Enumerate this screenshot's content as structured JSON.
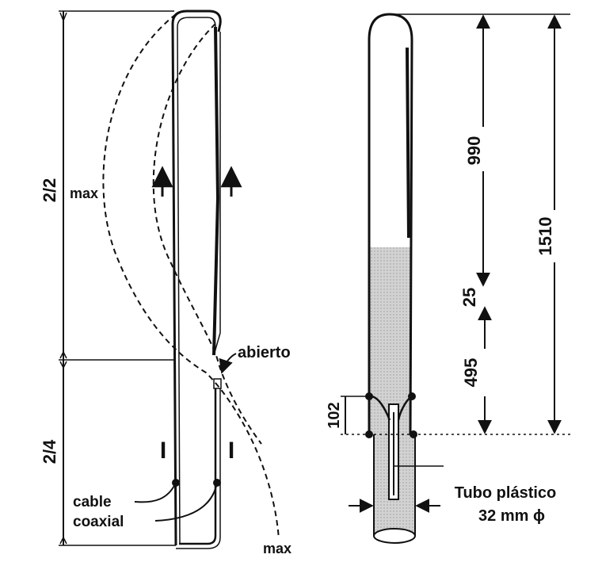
{
  "left_figure": {
    "dim_upper": "2/2",
    "dim_lower": "2/4",
    "label_max_top": "max",
    "label_max_bottom": "max",
    "label_open": "abierto",
    "label_cable": "cable",
    "label_coax": "coaxial",
    "label_current_marker": "I"
  },
  "right_figure": {
    "dim_990": "990",
    "dim_25": "25",
    "dim_495": "495",
    "dim_1510": "1510",
    "dim_102": "102",
    "tube_line1": "Tubo plástico",
    "tube_line2": "32 mm ϕ"
  },
  "colors": {
    "ink": "#111111",
    "fill_shade": "#cfcfcf",
    "background": "#ffffff"
  }
}
